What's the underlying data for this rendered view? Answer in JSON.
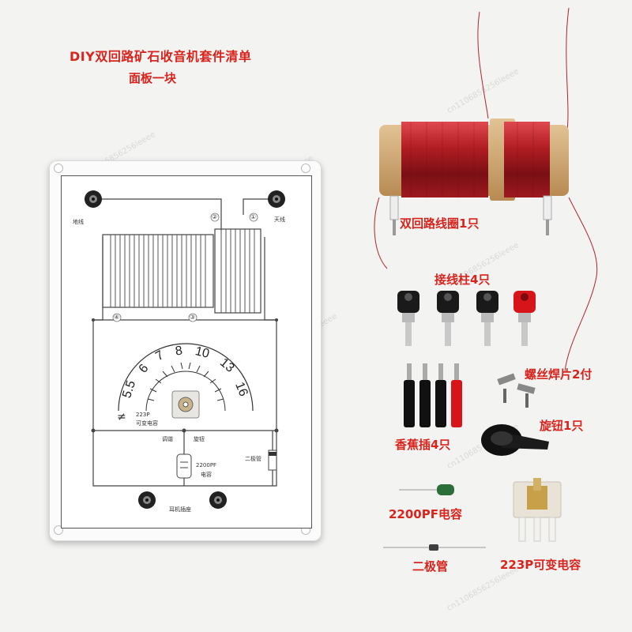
{
  "header": {
    "title": "DIY双回路矿石收音机套件清单",
    "subtitle": "面板一块"
  },
  "panel": {
    "label_ground": "地线",
    "label_antenna": "天线",
    "cap_223p": "223P",
    "cap_223p_name": "可变电容",
    "cap_2200pf": "2200PF",
    "cap_2200pf_name": "电容",
    "diode_name": "二极管",
    "earphone_jack": "耳机插座",
    "knob_a": "调谐",
    "knob_b": "旋钮",
    "dial_numbers": [
      "5.5",
      "6",
      "7",
      "8",
      "10",
      "13",
      "16"
    ],
    "markers": [
      "①",
      "②",
      "③",
      "④"
    ]
  },
  "parts": {
    "coil": "双回路线圈1只",
    "posts": "接线柱4只",
    "solder_lugs": "螺丝焊片2付",
    "banana_plugs": "香蕉插4只",
    "knob": "旋钮1只",
    "capacitor_2200pf": "2200PF电容",
    "variable_cap": "223P可变电容",
    "diode": "二极管"
  },
  "watermark": "cn1106856256leeee",
  "colors": {
    "label_red": "#d9231d",
    "copper": "#b01d22",
    "wood": "#c9a06a"
  }
}
